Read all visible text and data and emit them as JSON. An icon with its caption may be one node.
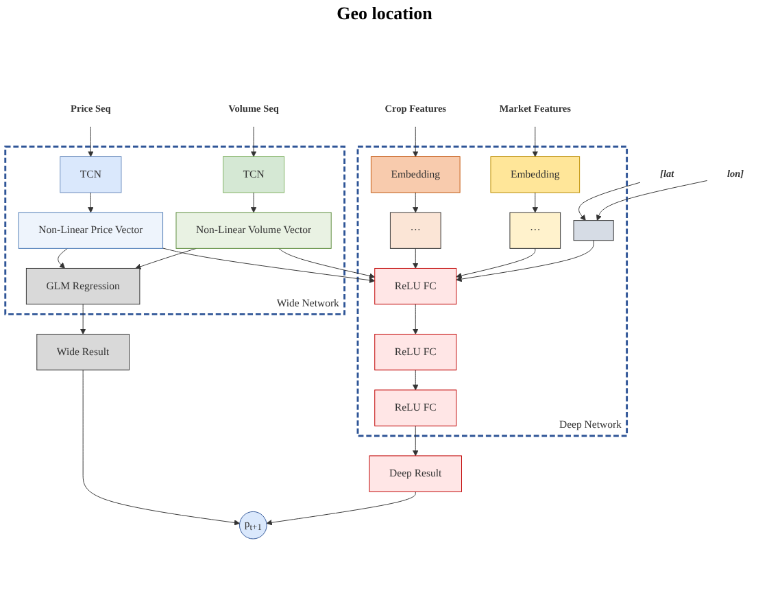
{
  "diagram": {
    "nodes": [
      {
        "text": [
          "Price Seq"
        ]
      },
      {
        "text": [
          "Volume Seq"
        ]
      },
      {
        "text": [
          "Crop Features"
        ]
      },
      {
        "text": [
          "Market Features"
        ]
      },
      {
        "text": [
          "[lat"
        ]
      },
      {
        "text": [
          "lon]"
        ]
      },
      {
        "text": [
          "Wide Network"
        ]
      },
      {
        "text": [
          "TCN"
        ],
        "in": 6
      },
      {
        "text": [
          "TCN"
        ],
        "in": 6
      },
      {
        "text": [
          "Non-Linear Price Vector"
        ],
        "in": 6
      },
      {
        "text": [
          "Non-Linear Volume Vector"
        ],
        "in": 6
      },
      {
        "text": [
          "GLM Regression"
        ],
        "in": 6
      },
      {
        "text": [
          "Deep Network"
        ]
      },
      {
        "text": [
          "Embedding"
        ],
        "in": 12
      },
      {
        "text": [
          "Embedding"
        ],
        "in": 12
      },
      {
        "text": [
          "···"
        ],
        "in": 12
      },
      {
        "text": [
          "···"
        ],
        "in": 12
      },
      {
        "text": [],
        "shape": "box",
        "in": 12
      },
      {
        "text": [
          "ReLU FC"
        ],
        "in": 12
      },
      {
        "text": [
          "ReLU FC"
        ],
        "in": 12
      },
      {
        "text": [
          "ReLU FC"
        ],
        "in": 12
      },
      {
        "text": [
          "Wide Result"
        ]
      },
      {
        "text": [
          "Deep Result"
        ]
      },
      {
        "text": [
          "p$_{t+1}$"
        ]
      }
    ],
    "edges": [
      {
        "from": 0,
        "to": 7,
        "arrow": "to"
      },
      {
        "from": 1,
        "to": 8,
        "arrow": "to"
      },
      {
        "from": 2,
        "to": 13,
        "arrow": "to"
      },
      {
        "from": 3,
        "to": 14,
        "arrow": "to"
      },
      {
        "from": 4,
        "to": 17,
        "arrow": "to"
      },
      {
        "from": 5,
        "to": 17,
        "arrow": "to"
      },
      {
        "from": 7,
        "to": 9,
        "arrow": "to"
      },
      {
        "from": 8,
        "to": 10,
        "arrow": "to"
      },
      {
        "from": 13,
        "to": 15,
        "arrow": "to"
      },
      {
        "from": 14,
        "to": 16,
        "arrow": "to"
      },
      {
        "from": 9,
        "to": 11,
        "arrow": "to"
      },
      {
        "from": 10,
        "to": 11,
        "arrow": "to"
      },
      {
        "from": 9,
        "to": 18,
        "arrow": "to"
      },
      {
        "from": 10,
        "to": 18,
        "arrow": "to"
      },
      {
        "from": 15,
        "to": 18,
        "arrow": "to"
      },
      {
        "from": 16,
        "to": 18,
        "arrow": "to"
      },
      {
        "from": 17,
        "to": 18,
        "arrow": "to"
      },
      {
        "from": 18,
        "to": 19,
        "arrow": "to"
      },
      {
        "from": 19,
        "to": 20,
        "arrow": "to"
      },
      {
        "from": 11,
        "to": 21,
        "arrow": "to"
      },
      {
        "from": 20,
        "to": 22,
        "arrow": "to"
      },
      {
        "from": 21,
        "to": 23,
        "arrow": "to"
      },
      {
        "from": 22,
        "to": 23,
        "arrow": "to"
      }
    ],
    "labels": [
      "Geo location"
    ]
  }
}
